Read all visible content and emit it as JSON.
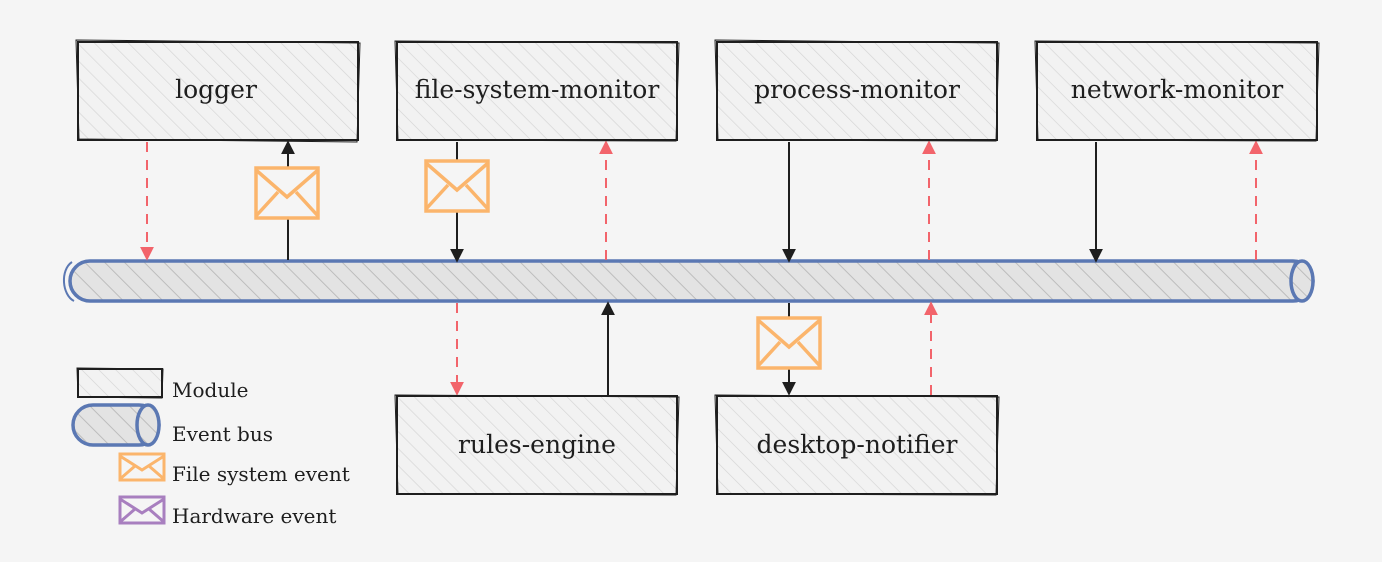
{
  "modules": {
    "logger": "logger",
    "file_system_monitor": "file-system-monitor",
    "process_monitor": "process-monitor",
    "network_monitor": "network-monitor",
    "rules_engine": "rules-engine",
    "desktop_notifier": "desktop-notifier"
  },
  "legend": {
    "module": "Module",
    "event_bus": "Event bus",
    "file_system_event": "File system event",
    "hardware_event": "Hardware event"
  },
  "colors": {
    "background": "#f5f5f5",
    "bus_stroke": "#5b78b3",
    "dashed_arrow": "#f2646b",
    "file_event": "#fbb56c",
    "hardware_event": "#a87fbf",
    "ink": "#1e1e1e"
  }
}
